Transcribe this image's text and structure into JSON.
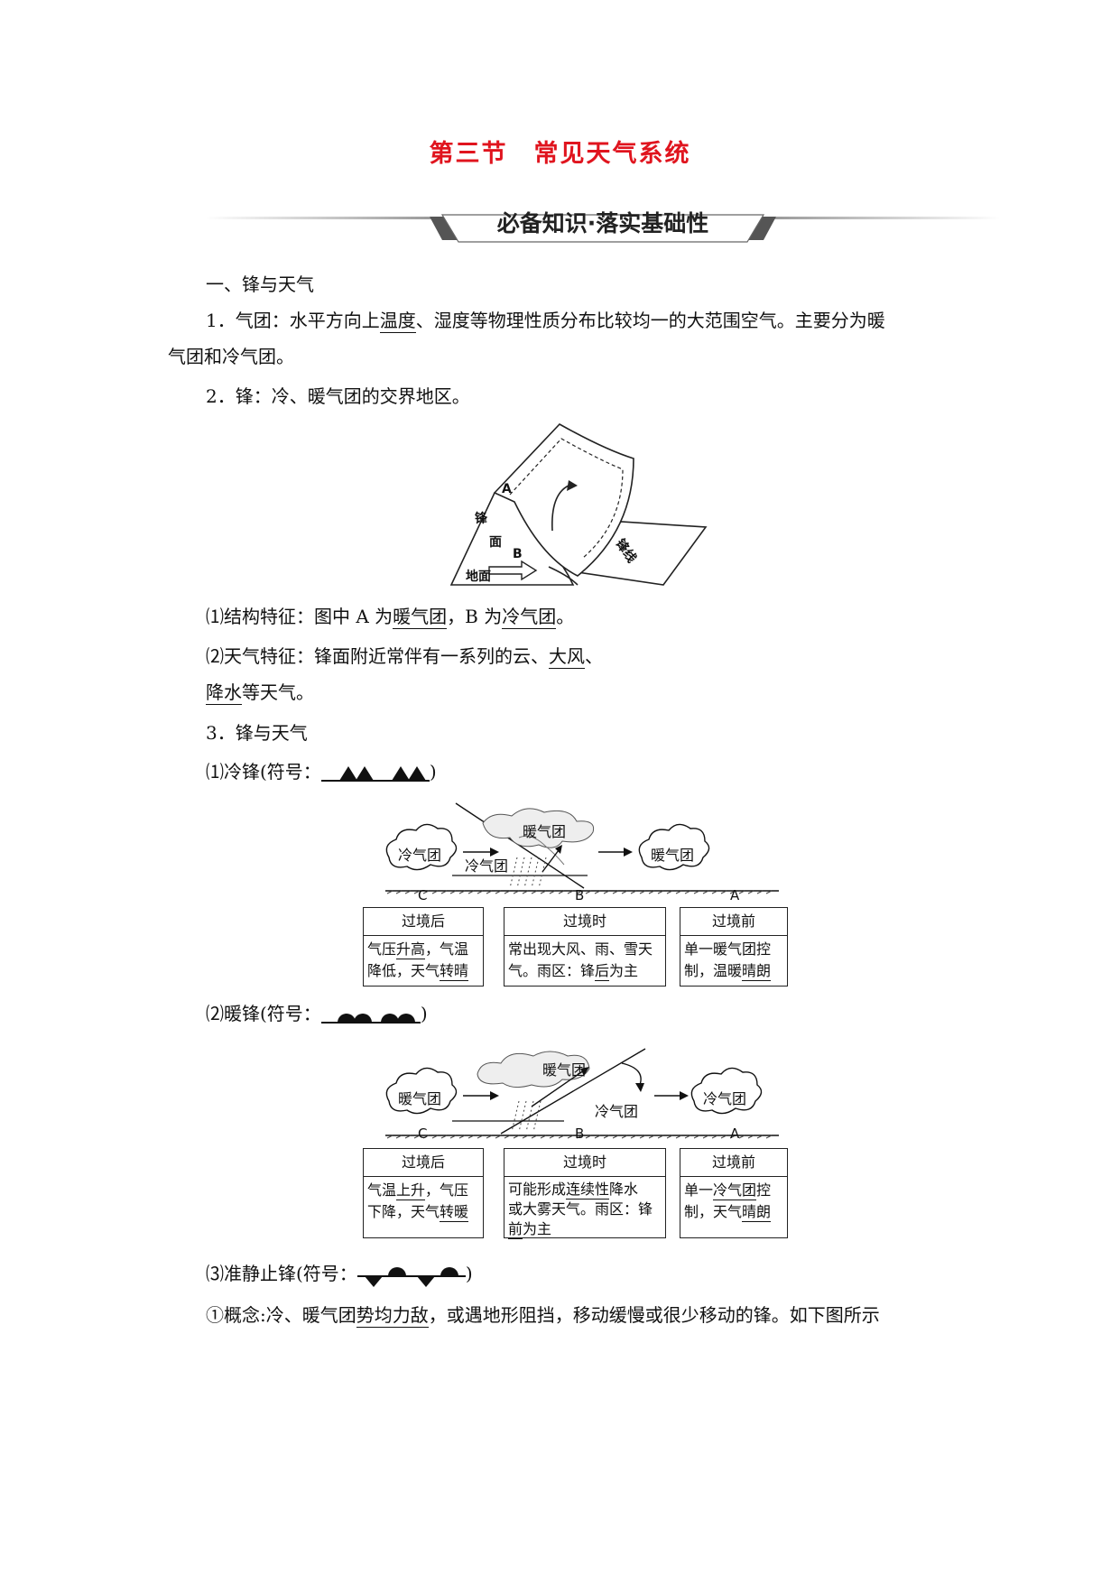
{
  "title": "第三节　常见天气系统",
  "banner": "必备知识·落实基础性",
  "section1": {
    "heading": "一、锋与天气",
    "item1": {
      "prefix": "1．气团：水平方向上",
      "u1": "温度",
      "mid": "、湿度等物理性质分布比较均一的大范围空气。主要分为暖",
      "line2": "气团和冷气团。"
    },
    "item2": "2．锋：冷、暖气团的交界地区。",
    "front_diagram": {
      "label_a": "A",
      "label_b": "B",
      "label_front": "锋面",
      "label_front_1": "锋",
      "label_front_2": "面",
      "label_line": "锋线",
      "label_ground": "地面"
    },
    "struct": {
      "prefix": "⑴结构特征：图中 A 为",
      "u1": "暖气团",
      "mid": "，B 为",
      "u2": "冷气团",
      "suffix": "。"
    },
    "weather": {
      "prefix": "⑵天气特征：锋面附近常伴有一系列的云、",
      "u1": "大风",
      "suffix": "、",
      "u2": "降水",
      "line2": "等天气。"
    },
    "item3": "3．锋与天气"
  },
  "cold_front": {
    "label_prefix": "⑴冷锋(符号：",
    "label_suffix": ")",
    "warm_mass": "暖气团",
    "cold_mass_left": "冷气团",
    "cold_mass_mid": "冷气团",
    "right_mass": "暖气团",
    "C": "C",
    "B": "B",
    "A": "A",
    "boxes": [
      {
        "head": "过境后",
        "l1_a": "气压",
        "l1_u": "升高",
        "l1_b": "，气温",
        "l2_a": "降低，天气",
        "l2_u": "转晴",
        "l2_b": ""
      },
      {
        "head": "过境时",
        "l1_a": "常出现大风、雨、雪天",
        "l1_u": "",
        "l1_b": "",
        "l2_a": "气。雨区：锋",
        "l2_u": "后",
        "l2_b": "为主"
      },
      {
        "head": "过境前",
        "l1_a": "单一暖气团控",
        "l1_u": "",
        "l1_b": "",
        "l2_a": "制，温暖",
        "l2_u": "晴朗",
        "l2_b": ""
      }
    ]
  },
  "warm_front": {
    "label_prefix": "⑵暖锋(符号：",
    "label_suffix": ")",
    "warm_mass": "暖气团",
    "left_mass": "暖气团",
    "cold_mass_mid": "冷气团",
    "right_mass": "冷气团",
    "C": "C",
    "B": "B",
    "A": "A",
    "boxes": [
      {
        "head": "过境后",
        "l1_a": "气温",
        "l1_u": "上升",
        "l1_b": "，气压",
        "l2_a": "下降，天气",
        "l2_u": "转暖",
        "l2_b": ""
      },
      {
        "head": "过境时",
        "l1_a": "可能形成",
        "l1_u": "连续性",
        "l1_b": "降水",
        "l2_a": "或大雾天气。雨区：锋",
        "l2_u": "",
        "l2_b": "",
        "l3_a": "",
        "l3_u": "前",
        "l3_b": "为主"
      },
      {
        "head": "过境前",
        "l1_a": "单一",
        "l1_u": "冷气团",
        "l1_b": "控",
        "l2_a": "制，天气",
        "l2_u": "晴朗",
        "l2_b": ""
      }
    ]
  },
  "stationary_front": {
    "label_prefix": "⑶准静止锋(符号：",
    "label_suffix": ")",
    "concept": {
      "prefix": "①概念:冷、暖气团",
      "u1": "势均力敌",
      "suffix": "，或遇地形阻挡，移动缓慢或很少移动的锋。如下图所示"
    }
  }
}
